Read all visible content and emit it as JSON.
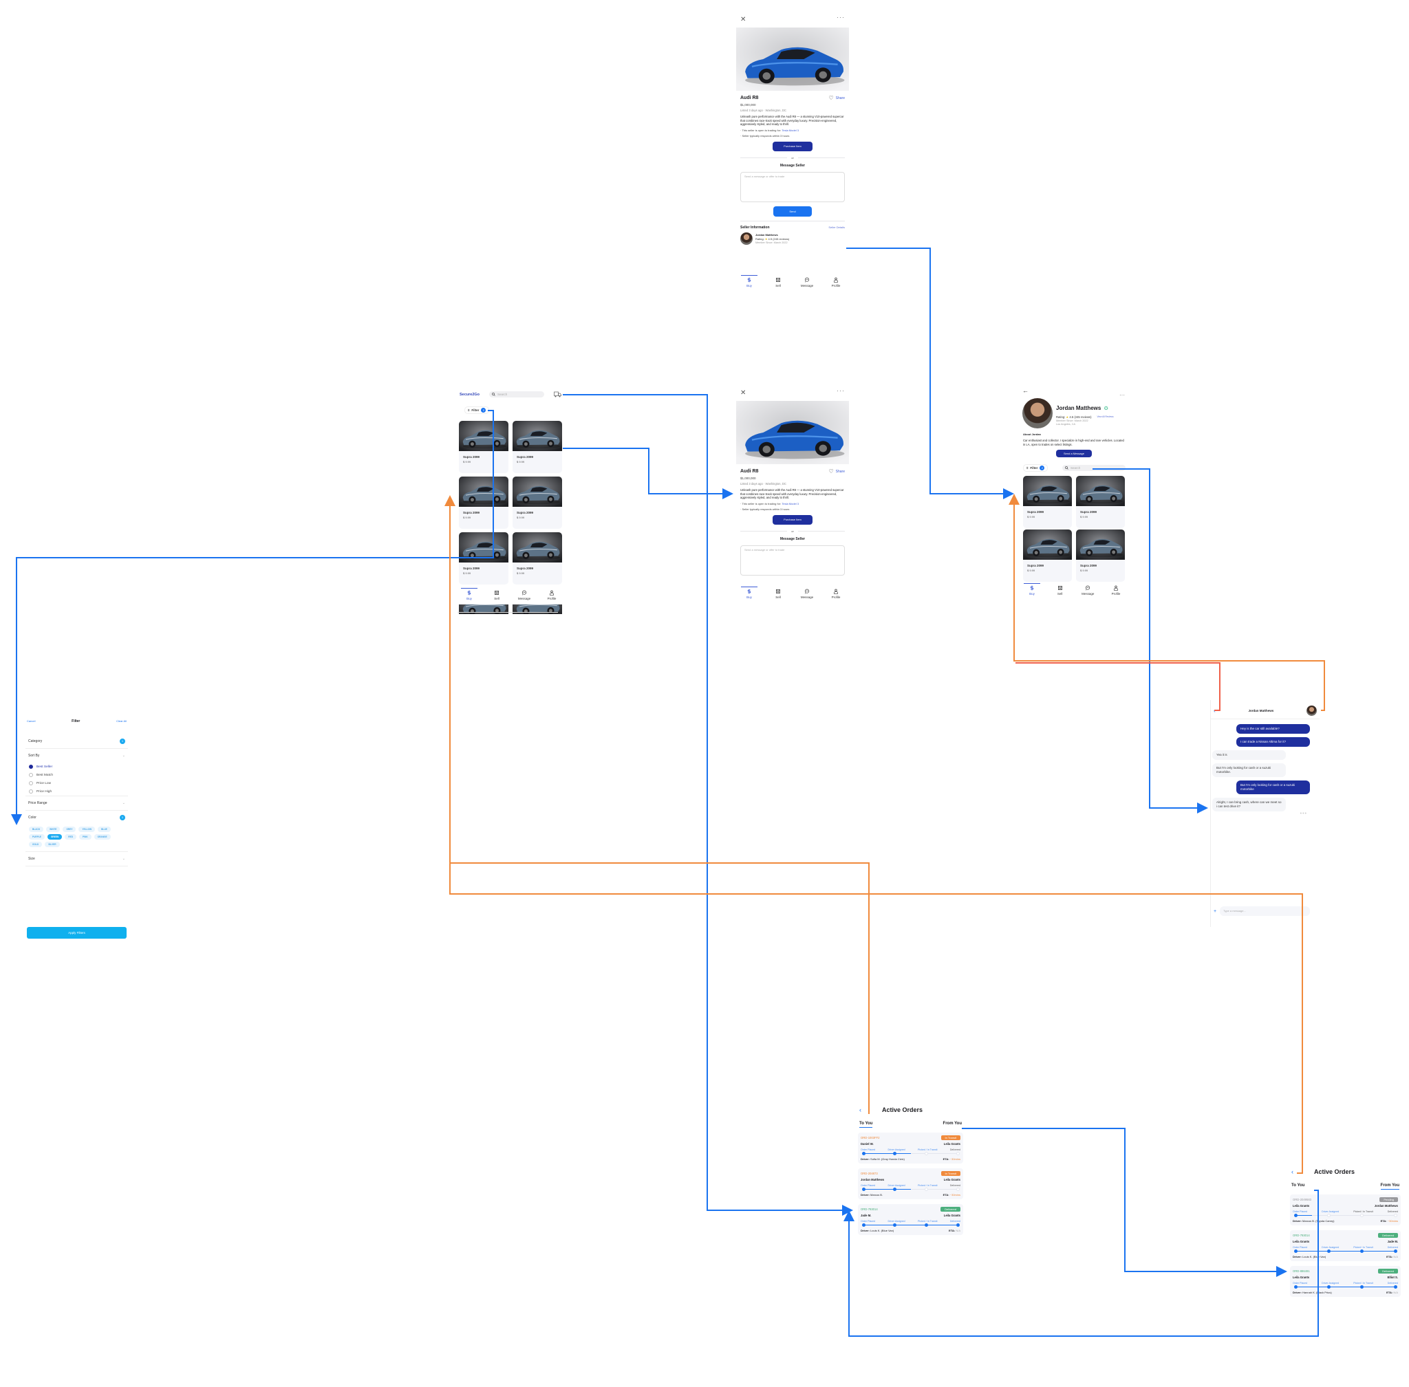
{
  "colors": {
    "navy": "#1f2f9e",
    "blue": "#1a73f0",
    "cyan": "#1aa9f0",
    "in_transit": "#f08a3c",
    "delivered": "#4caf7d",
    "pending": "#9a9a9e",
    "link_blue": "#1a73f0",
    "link_orange": "#f08a3c"
  },
  "detail": {
    "title": "Audi R8",
    "share": "Share",
    "price": "$1,000,000",
    "listed": "Listed 3 days ago · Washington, DC",
    "description": "Unleash pure performance with the Audi R8 — a stunning V10-powered supercar that combines race-track speed with everyday luxury. Precision-engineered, aggressively styled, and ready to thrill.",
    "bullet_trade_prefix": "This seller is open to trading for: ",
    "bullet_trade_item": "Tesla Model 3",
    "bullet_response": "Seller typically responds within 3 hours",
    "purchase": "Purchase Item",
    "or": "or",
    "message_heading": "Message Seller",
    "message_placeholder": "Send a message or offer to trade",
    "send": "Send",
    "seller_heading": "Seller Information",
    "seller_details": "Seller Details",
    "seller_name": "Jordan Matthews",
    "rating_label": "Rating:",
    "rating": "4.5 (245 reviews)",
    "member_since": "Member Since: March 2022"
  },
  "tabs": [
    {
      "label": "Buy",
      "icon": "dollar-icon",
      "active": true
    },
    {
      "label": "Sell",
      "icon": "store-icon",
      "active": false
    },
    {
      "label": "Message",
      "icon": "chat-icon",
      "active": false
    },
    {
      "label": "Profile",
      "icon": "person-icon",
      "active": false
    }
  ],
  "home": {
    "brand": "Secure2Go",
    "search_placeholder": "Search",
    "filter": "Filter",
    "filter_count": "2",
    "cards": [
      {
        "name": "Supra 2099",
        "price": "$ 9.99"
      },
      {
        "name": "Supra 2099",
        "price": "$ 9.99"
      },
      {
        "name": "Supra 2099",
        "price": "$ 9.99"
      },
      {
        "name": "Supra 2099",
        "price": "$ 9.99"
      },
      {
        "name": "Supra 2099",
        "price": "$ 9.99"
      },
      {
        "name": "Supra 2099",
        "price": "$ 9.99"
      }
    ]
  },
  "profile": {
    "name": "Jordan Matthews",
    "rating_label": "Rating:",
    "rating": "4.5 (245 reviews)",
    "view_reviews": "View All Reviews",
    "member_since": "Member Since: March 2022",
    "location": "Los Angeles, CA",
    "about_heading": "About Jordan",
    "about": "Car enthusiast and collector. I specialize in high-end and rare vehicles. Located in LA, open to trades on select listings.",
    "send_message": "Send a Message",
    "filter": "Filter",
    "filter_count": "2",
    "search_placeholder": "Search",
    "cards": [
      {
        "name": "Supra 2099",
        "price": "$ 9.99"
      },
      {
        "name": "Supra 2099",
        "price": "$ 9.99"
      },
      {
        "name": "Supra 2099",
        "price": "$ 9.99"
      },
      {
        "name": "Supra 2099",
        "price": "$ 9.99"
      }
    ]
  },
  "filter": {
    "cancel": "Cancel",
    "title": "Filter",
    "clear_all": "Clear All",
    "category": "Category",
    "category_count": "1",
    "sort_by": "Sort By",
    "sort_options": [
      {
        "label": "Best Seller",
        "selected": true
      },
      {
        "label": "Best Match",
        "selected": false
      },
      {
        "label": "Price Low",
        "selected": false
      },
      {
        "label": "Price High",
        "selected": false
      }
    ],
    "price_range": "Price Range",
    "color": "Color",
    "color_count": "1",
    "colors": [
      {
        "label": "BLACK",
        "selected": false
      },
      {
        "label": "WHITE",
        "selected": false
      },
      {
        "label": "GREY",
        "selected": false
      },
      {
        "label": "YELLOW",
        "selected": false
      },
      {
        "label": "BLUE",
        "selected": false
      },
      {
        "label": "PURPLE",
        "selected": false
      },
      {
        "label": "GREEN",
        "selected": true
      },
      {
        "label": "RED",
        "selected": false
      },
      {
        "label": "PINK",
        "selected": false
      },
      {
        "label": "ORANGE",
        "selected": false
      },
      {
        "label": "GOLD",
        "selected": false
      },
      {
        "label": "SILVER",
        "selected": false
      }
    ],
    "size": "Size",
    "apply": "Apply Filters"
  },
  "chat": {
    "name": "Jordan Matthews",
    "messages": [
      {
        "from": "me",
        "text": "Hey is the car still available?"
      },
      {
        "from": "me",
        "text": "I can trade a Nissan Altima for it?"
      },
      {
        "from": "them",
        "text": "Yea it is"
      },
      {
        "from": "them",
        "text": "But I'm only looking for cash or a suzuki motorbike."
      },
      {
        "from": "me",
        "text": "But I'm only looking for cash or a suzuki motorbike"
      },
      {
        "from": "them",
        "text": "Alright, I can bring cash, where can we meet so i can test drive it?"
      }
    ],
    "input_placeholder": "Type a message..."
  },
  "orders_screens": [
    {
      "title": "Active Orders",
      "tab_to": "To You",
      "tab_from": "From You",
      "active_tab": "to",
      "orders": [
        {
          "id": "ORD-1003FF2",
          "status": "In Transit",
          "from": "Daniel W.",
          "to": "Leila Grants",
          "steps_done": 2.5,
          "driver_label": "Driver:",
          "driver": "Sofia M. (Gray Honda Civic)",
          "eta_label": "ETA:",
          "eta": "~30mins"
        },
        {
          "id": "ORD-204873",
          "status": "In Transit",
          "from": "Jordan Matthews",
          "to": "Leila Grants",
          "steps_done": 2.5,
          "driver_label": "Driver:",
          "driver": "Marcus B.",
          "eta_label": "ETA:",
          "eta": "~30mins"
        },
        {
          "id": "ORD-793014",
          "status": "Delivered",
          "from": "Jade M.",
          "to": "Leila Grants",
          "steps_done": 4,
          "driver_label": "Driver:",
          "driver": "Louis K. (Blue Van)",
          "eta_label": "ETA:",
          "eta": "N/A"
        }
      ]
    },
    {
      "title": "Active Orders",
      "tab_to": "To You",
      "tab_from": "From You",
      "active_tab": "from",
      "orders": [
        {
          "id": "ORD-2049583",
          "status": "Pending",
          "from": "Leila Grants",
          "to": "Jordan Matthews",
          "steps_done": 1.5,
          "driver_label": "Driver:",
          "driver": "Marcus B. (Toyota Camry)",
          "eta_label": "ETA:",
          "eta": "~30mins"
        },
        {
          "id": "ORD-793014",
          "status": "Delivered",
          "from": "Leila Grants",
          "to": "Jade M.",
          "steps_done": 4,
          "driver_label": "Driver:",
          "driver": "Louis K. (Blue Van)",
          "eta_label": "ETA:",
          "eta": "N/A"
        },
        {
          "id": "ORD-886491",
          "status": "Delivered",
          "from": "Leila Grants",
          "to": "Elliot S.",
          "steps_done": 4,
          "driver_label": "Driver:",
          "driver": "Hannah K. (Black Prius)",
          "eta_label": "ETA:",
          "eta": "N/A"
        }
      ]
    }
  ],
  "order_steps": [
    "Order Placed",
    "Driver Assigned",
    "Picked / In Transit",
    "Delivered"
  ]
}
